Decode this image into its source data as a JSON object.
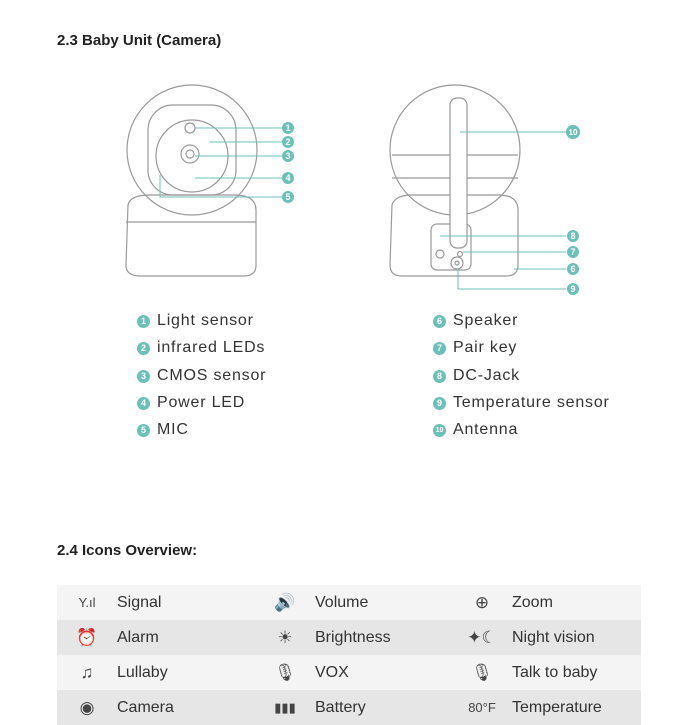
{
  "section_camera": {
    "title": "2.3 Baby Unit (Camera)"
  },
  "callout_color": "#6cc0b8",
  "callout_numbers": [
    "1",
    "2",
    "3",
    "4",
    "5",
    "6",
    "7",
    "8",
    "9",
    "10"
  ],
  "parts_left": [
    {
      "num": "1",
      "label": "Light sensor"
    },
    {
      "num": "2",
      "label": "infrared LEDs"
    },
    {
      "num": "3",
      "label": "CMOS sensor"
    },
    {
      "num": "4",
      "label": "Power LED"
    },
    {
      "num": "5",
      "label": "MIC"
    }
  ],
  "parts_right": [
    {
      "num": "6",
      "label": "Speaker"
    },
    {
      "num": "7",
      "label": "Pair key"
    },
    {
      "num": "8",
      "label": "DC-Jack"
    },
    {
      "num": "9",
      "label": "Temperature sensor"
    },
    {
      "num": "10",
      "label": "Antenna"
    }
  ],
  "section_icons": {
    "title": "2.4 Icons Overview:"
  },
  "icons_table": [
    [
      {
        "icon": "signal-icon",
        "glyph": "Y.ıl",
        "label": "Signal"
      },
      {
        "icon": "volume-icon",
        "glyph": "🔊",
        "label": "Volume"
      },
      {
        "icon": "zoom-icon",
        "glyph": "⊕",
        "label": "Zoom"
      }
    ],
    [
      {
        "icon": "alarm-icon",
        "glyph": "⏰",
        "label": "Alarm"
      },
      {
        "icon": "brightness-icon",
        "glyph": "☀",
        "label": "Brightness"
      },
      {
        "icon": "night-vision-icon",
        "glyph": "✦☾",
        "label": "Night vision"
      }
    ],
    [
      {
        "icon": "lullaby-icon",
        "glyph": "♫",
        "label": "Lullaby"
      },
      {
        "icon": "vox-icon",
        "glyph": "🎙",
        "label": "VOX"
      },
      {
        "icon": "microphone-icon",
        "glyph": "🎙",
        "label": "Talk to baby"
      }
    ],
    [
      {
        "icon": "camera-icon",
        "glyph": "◉",
        "label": "Camera"
      },
      {
        "icon": "battery-icon",
        "glyph": "▮▮▮",
        "label": "Battery"
      },
      {
        "icon": "temperature-icon",
        "glyph": "80°F",
        "label": "Temperature"
      }
    ]
  ]
}
